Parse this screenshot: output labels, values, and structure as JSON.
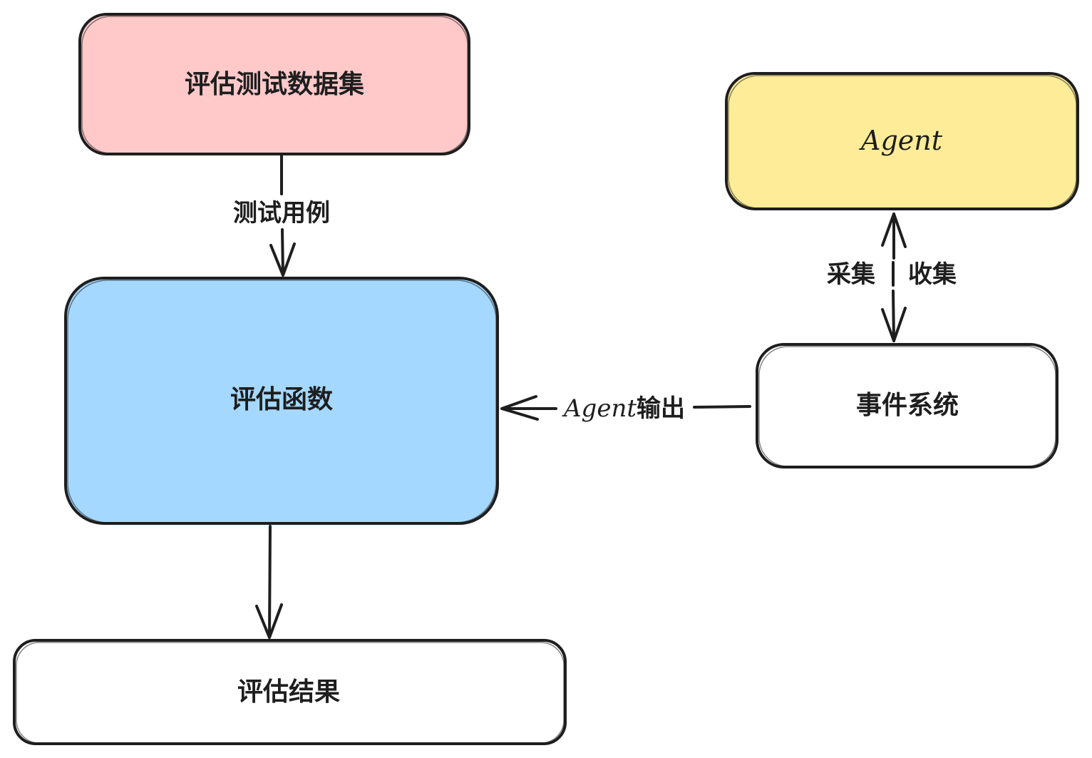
{
  "nodes": {
    "dataset": {
      "label": "评估测试数据集",
      "fill": "#ffc9c9"
    },
    "agent": {
      "label": "Agent",
      "fill": "#ffec99"
    },
    "eval_fn": {
      "label": "评估函数",
      "fill": "#a5d8ff"
    },
    "event_system": {
      "label": "事件系统",
      "fill": "#ffffff"
    },
    "result": {
      "label": "评估结果",
      "fill": "#ffffff"
    }
  },
  "edges": {
    "test_cases": {
      "label": "测试用例"
    },
    "collect": {
      "label_left": "采集",
      "label_right": "收集"
    },
    "agent_output": {
      "label_script": "Agent",
      "label_cn": "输出"
    }
  },
  "colors": {
    "stroke": "#1e1e1e",
    "background": "#ffffff"
  }
}
